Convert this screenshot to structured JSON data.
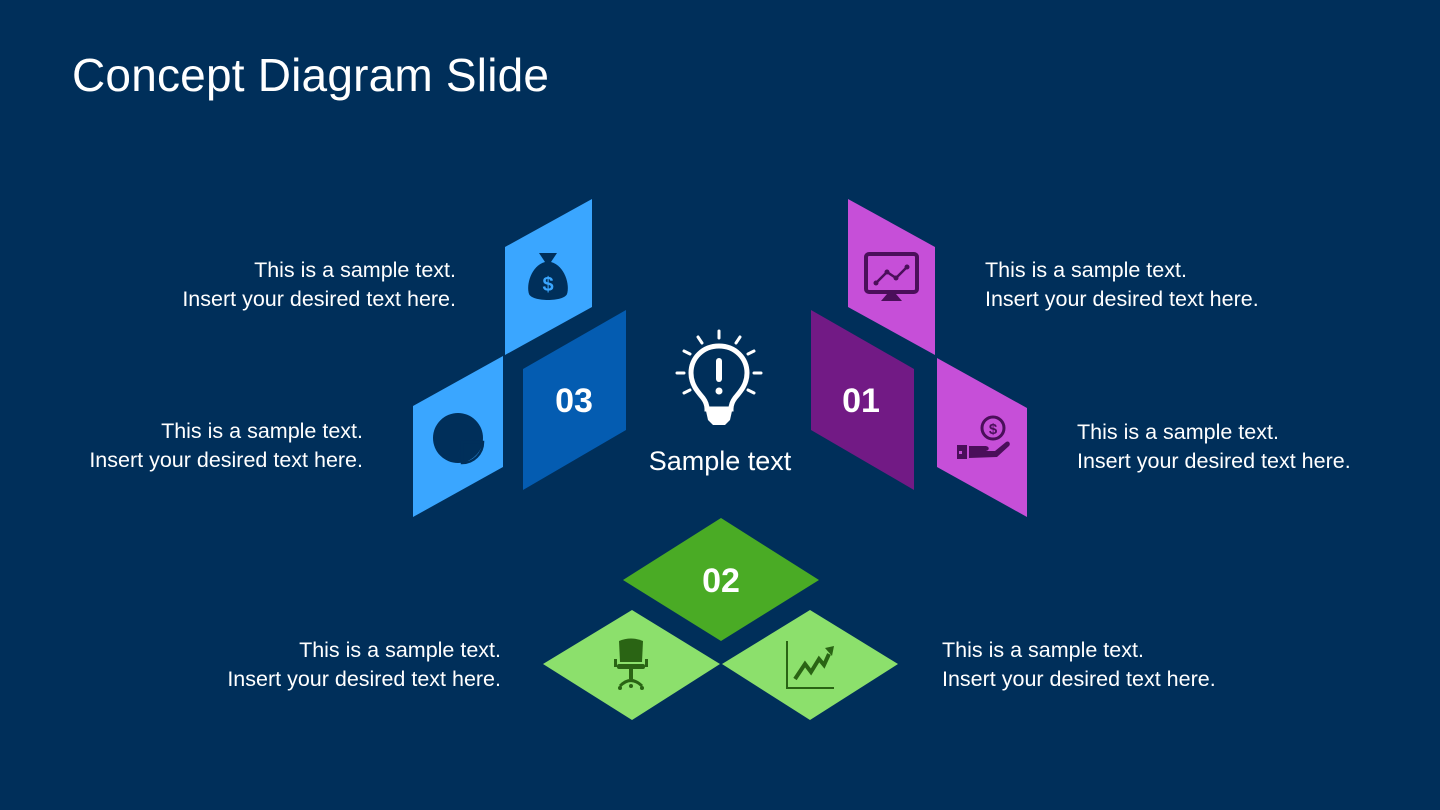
{
  "slide": {
    "title": "Concept Diagram Slide",
    "background_color": "#002f5a"
  },
  "center": {
    "label": "Sample text",
    "icon": "lightbulb-exclamation-icon"
  },
  "groups": [
    {
      "number": "01",
      "color_dark": "#721a85",
      "color_light": "#c64fd8",
      "icons": [
        "monitor-chart-icon",
        "hand-coin-icon"
      ]
    },
    {
      "number": "02",
      "color_dark": "#4aab25",
      "color_light": "#8ce06c",
      "icons": [
        "office-chair-icon",
        "growth-chart-icon"
      ]
    },
    {
      "number": "03",
      "color_dark": "#045cb1",
      "color_light": "#3aa6ff",
      "icons": [
        "money-bag-icon",
        "pie-chart-icon"
      ]
    }
  ],
  "captions": [
    {
      "id": "top-left",
      "line1": "This is a sample text.",
      "line2": "Insert your desired text here."
    },
    {
      "id": "mid-left",
      "line1": "This is a sample text.",
      "line2": "Insert your desired text here."
    },
    {
      "id": "top-right",
      "line1": "This is a sample text.",
      "line2": "Insert your desired text here."
    },
    {
      "id": "mid-right",
      "line1": "This is a sample text.",
      "line2": "Insert your desired text here."
    },
    {
      "id": "bottom-left",
      "line1": "This is a sample text.",
      "line2": "Insert your desired text here."
    },
    {
      "id": "bottom-right",
      "line1": "This is a sample text.",
      "line2": "Insert your desired text here."
    }
  ]
}
